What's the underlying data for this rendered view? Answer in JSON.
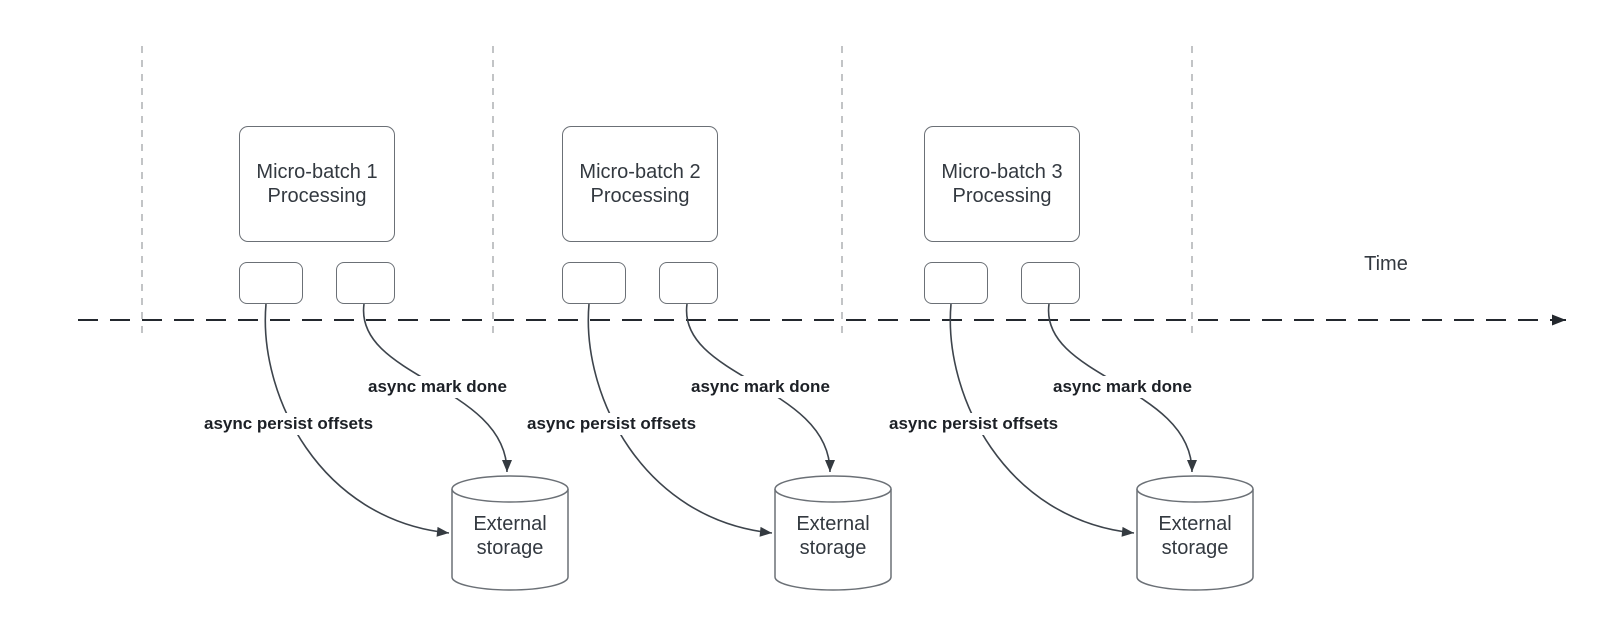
{
  "timeline": {
    "label": "Time"
  },
  "batches": [
    {
      "title": "Micro-batch 1",
      "subtitle": "Processing",
      "persist_label": "async persist offsets",
      "done_label": "async mark done",
      "storage_label": "External storage"
    },
    {
      "title": "Micro-batch 2",
      "subtitle": "Processing",
      "persist_label": "async persist offsets",
      "done_label": "async mark done",
      "storage_label": "External storage"
    },
    {
      "title": "Micro-batch 3",
      "subtitle": "Processing",
      "persist_label": "async persist offsets",
      "done_label": "async mark done",
      "storage_label": "External storage"
    }
  ],
  "colors": {
    "background": "#ffffff",
    "shape_fill": "#ffffff",
    "shape_border": "#6b7076",
    "text": "#333940",
    "edge_label_text": "#1c2026",
    "connector": "#3d444c",
    "arrowhead": "#343a40",
    "timeline_axis": "#23282e",
    "divider": "#a8aaad"
  }
}
